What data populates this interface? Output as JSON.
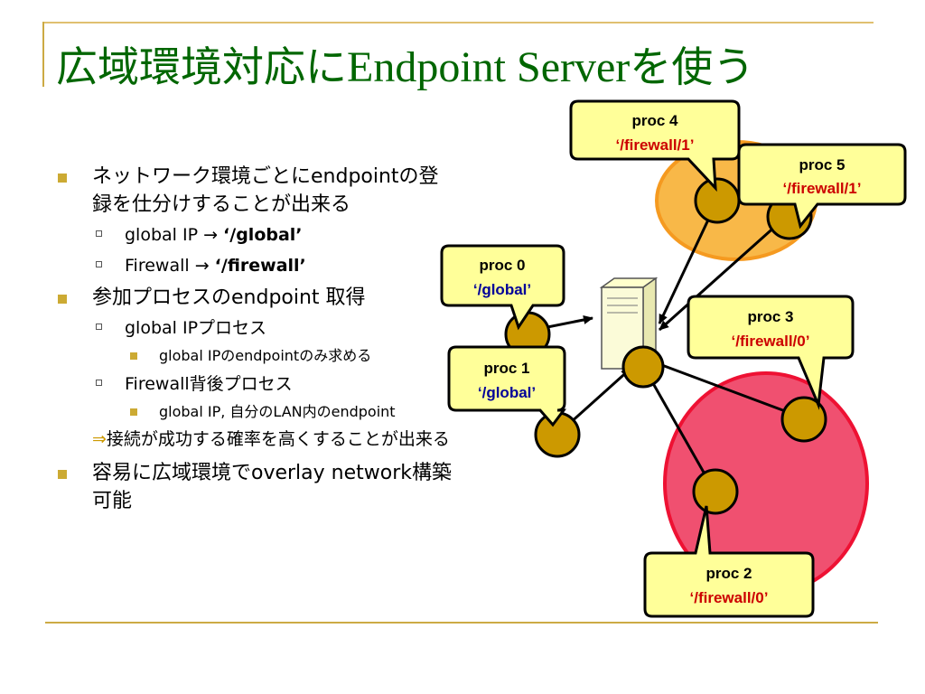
{
  "title": {
    "jp_prefix": "広域環境対応に",
    "serif_part": "Endpoint Server",
    "jp_suffix": "を使う"
  },
  "bullets": {
    "b1": "ネットワーク環境ごとにendpointの登録を仕分けすることが出来る",
    "b1_sub1_pre": "global IP → ",
    "b1_sub1_bold": "‘/global’",
    "b1_sub2_pre": "Firewall → ",
    "b1_sub2_bold": "‘/firewall’",
    "b2": "参加プロセスのendpoint 取得",
    "b2_sub1": "global IPプロセス",
    "b2_sub1_sub": "global IPのendpointのみ求める",
    "b2_sub2": "Firewall背後プロセス",
    "b2_sub2_sub": "global IP, 自分のLAN内のendpoint",
    "arrow_symbol": "⇒",
    "arrow_text": "接続が成功する確率を高くすることが出来る",
    "b3": "容易に広域環境でoverlay network構築可能"
  },
  "callouts": [
    {
      "proc": "proc 4",
      "path": "‘/firewall/1’",
      "color": "#cc0000"
    },
    {
      "proc": "proc 5",
      "path": "‘/firewall/1’",
      "color": "#cc0000"
    },
    {
      "proc": "proc 0",
      "path": "‘/global’",
      "color": "#000099"
    },
    {
      "proc": "proc 3",
      "path": "‘/firewall/0’",
      "color": "#cc0000"
    },
    {
      "proc": "proc 1",
      "path": "‘/global’",
      "color": "#000099"
    },
    {
      "proc": "proc 2",
      "path": "‘/firewall/0’",
      "color": "#cc0000"
    }
  ],
  "colors": {
    "title": "#006600",
    "callout_fill": "#ffff99",
    "node_fill": "#cc9900",
    "orange_region": "#f8b848",
    "red_region": "#f05070"
  }
}
